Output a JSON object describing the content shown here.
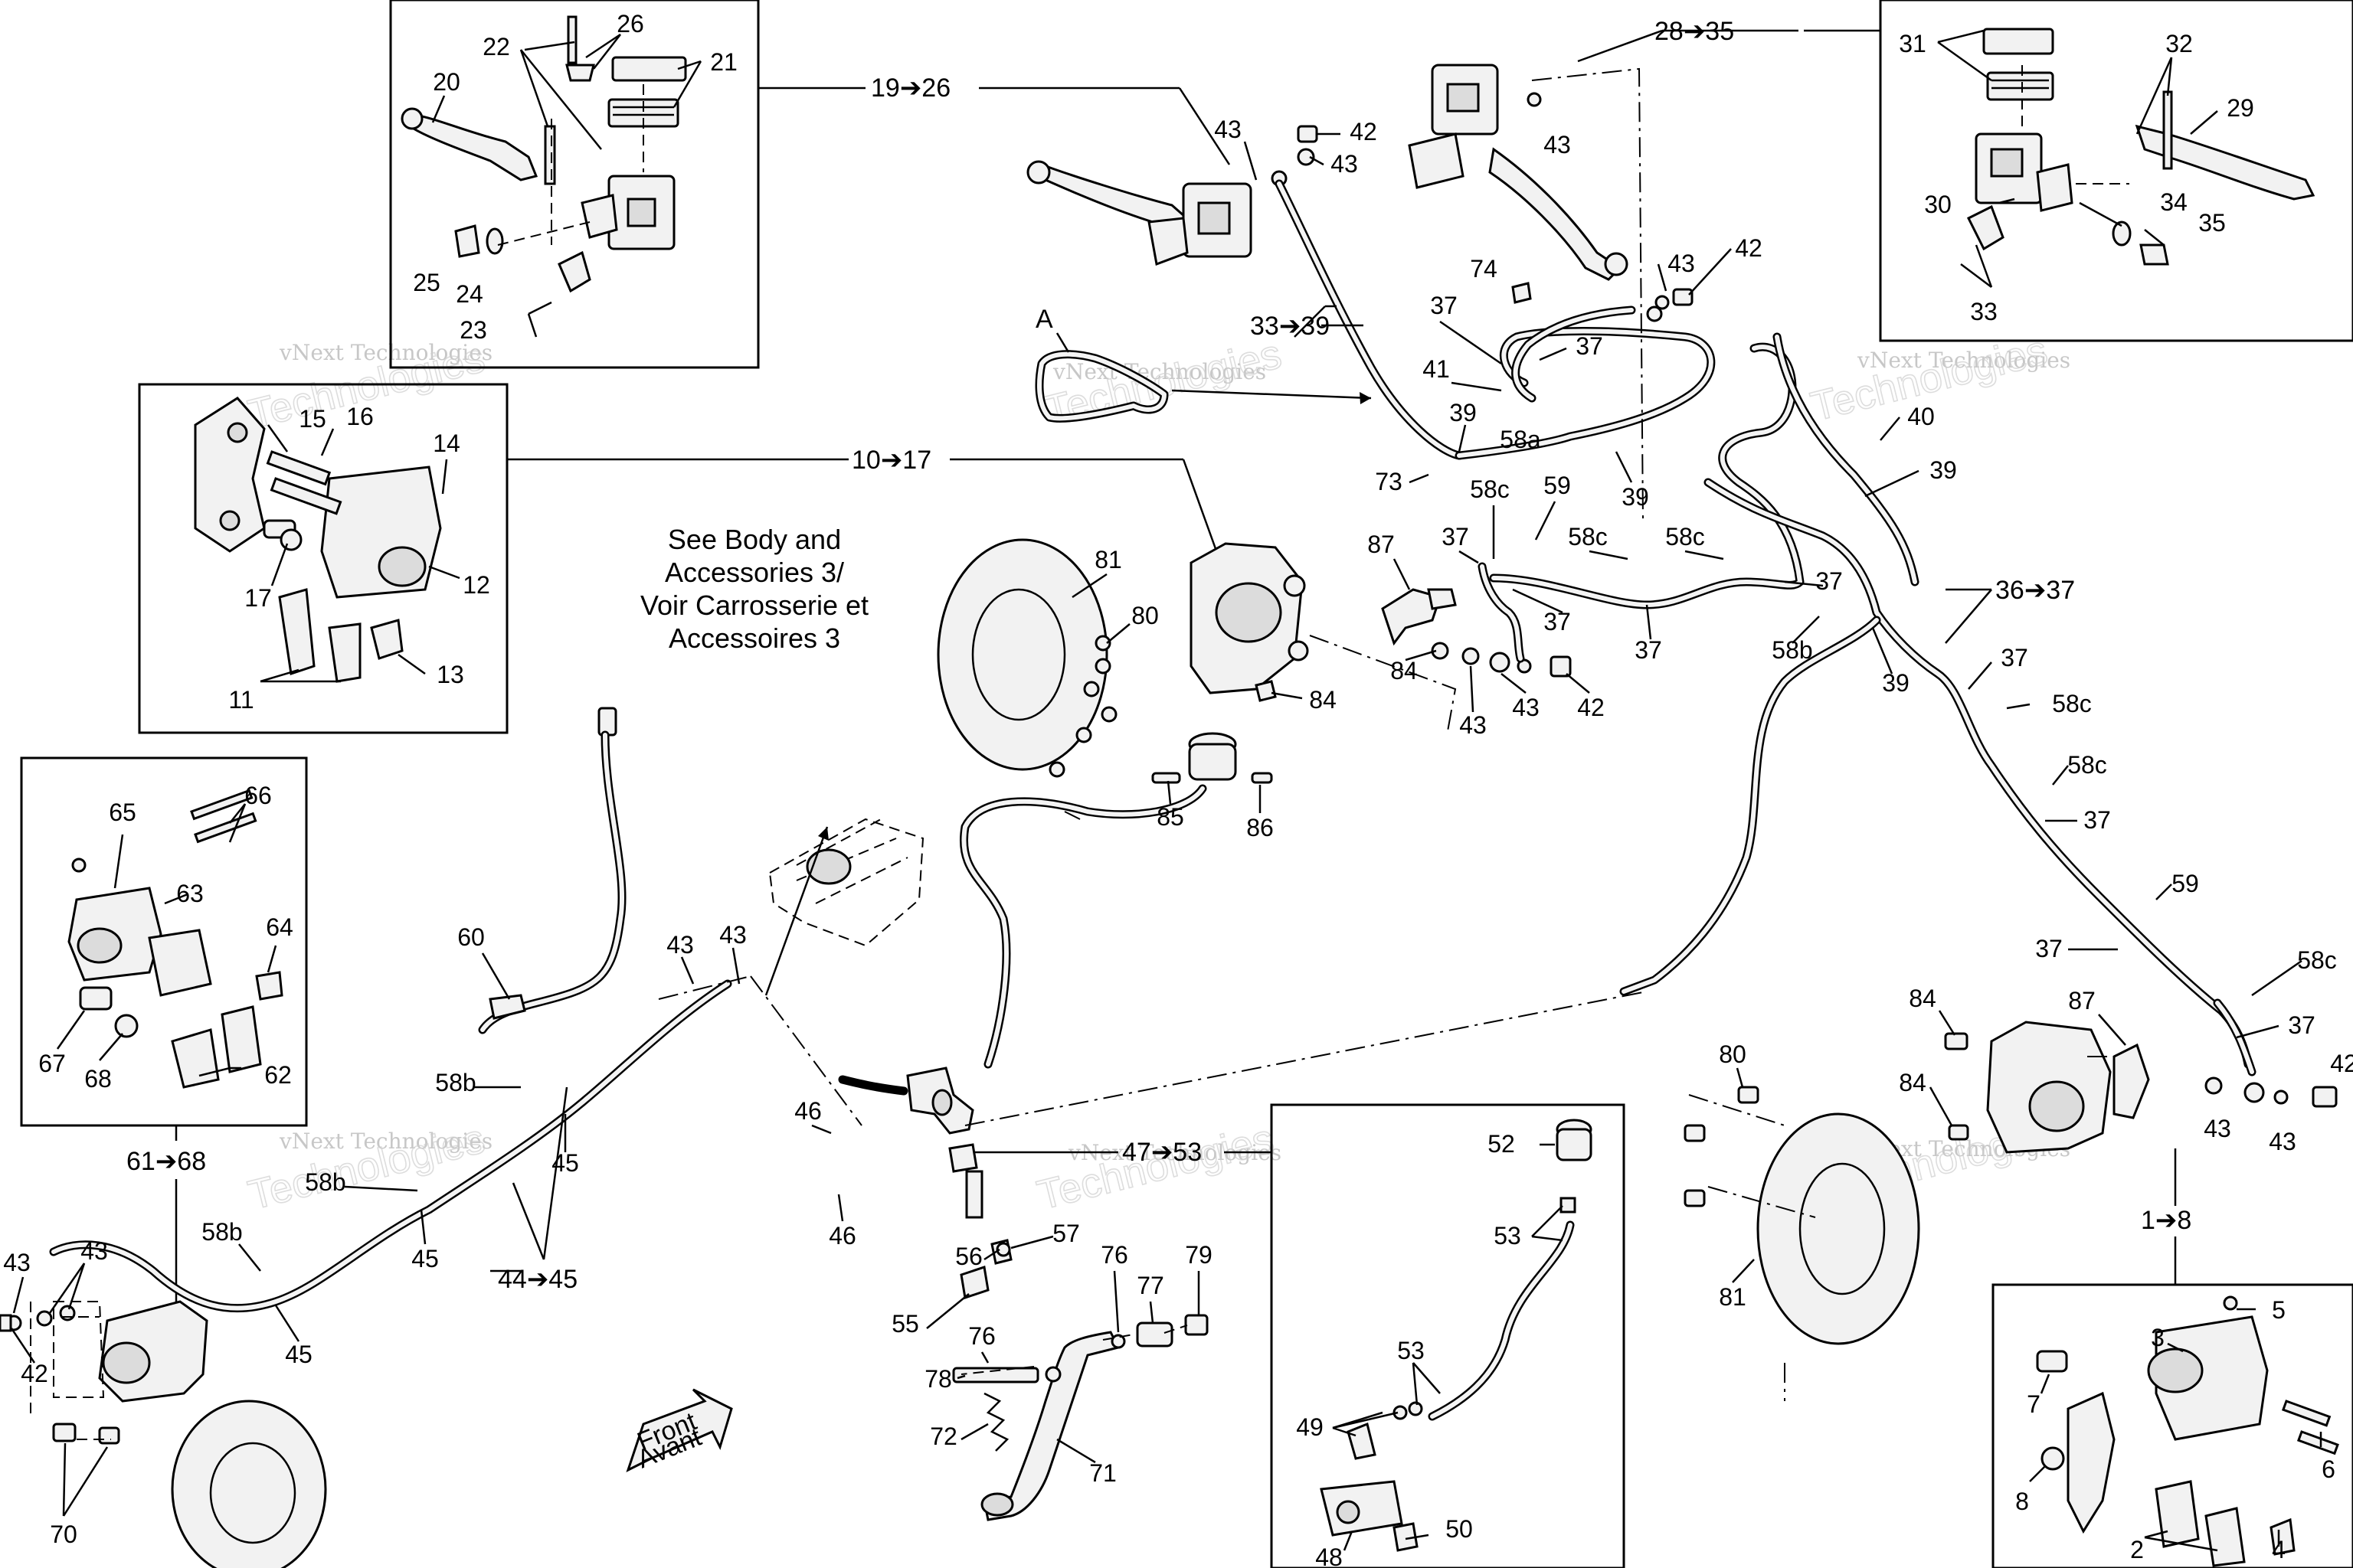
{
  "diagram": {
    "reference_arrows": [
      "19➔26",
      "28➔35",
      "10➔17",
      "33➔39",
      "36➔37",
      "61➔68",
      "44➔45",
      "47➔53",
      "1➔8"
    ],
    "notes": {
      "body_ref_line1": "See Body and",
      "body_ref_line2": "Accessories 3/",
      "body_ref_line3": "Voir Carrosserie et",
      "body_ref_line4": "Accessoires 3",
      "detail_a": "A",
      "front_line1": "Front",
      "front_line2": "Avant"
    },
    "watermark": {
      "small": "vNext Technologies",
      "big": "Technologies",
      "mid": "vNext"
    },
    "callouts": {
      "box_19_26": [
        "22",
        "26",
        "21",
        "20",
        "25",
        "24",
        "23"
      ],
      "box_28_35": [
        "31",
        "32",
        "29",
        "30",
        "34",
        "35",
        "33"
      ],
      "box_10_17": [
        "15",
        "16",
        "14",
        "12",
        "17",
        "11",
        "13"
      ],
      "box_61_68": [
        "65",
        "66",
        "63",
        "64",
        "67",
        "68",
        "62"
      ],
      "box_47_53": [
        "52",
        "53",
        "53",
        "49",
        "48",
        "50"
      ],
      "box_1_8": [
        "3",
        "5",
        "7",
        "6",
        "8",
        "2",
        "4"
      ],
      "main": [
        "43",
        "42",
        "43",
        "43",
        "43",
        "42",
        "74",
        "37",
        "37",
        "41",
        "39",
        "58a",
        "39",
        "73",
        "58c",
        "59",
        "40",
        "39",
        "87",
        "37",
        "58c",
        "58c",
        "37",
        "58b",
        "39",
        "37",
        "37",
        "84",
        "43",
        "43",
        "42",
        "84",
        "81",
        "80",
        "85",
        "86",
        "37",
        "58c",
        "58c",
        "37",
        "59",
        "37",
        "58c",
        "84",
        "87",
        "37",
        "80",
        "84",
        "43",
        "43",
        "42",
        "81",
        "60",
        "43",
        "43",
        "58b",
        "45",
        "58b",
        "45",
        "46",
        "46",
        "56",
        "57",
        "55",
        "76",
        "77",
        "79",
        "78",
        "76",
        "72",
        "71",
        "43",
        "43",
        "42",
        "58b",
        "45",
        "70"
      ]
    }
  }
}
